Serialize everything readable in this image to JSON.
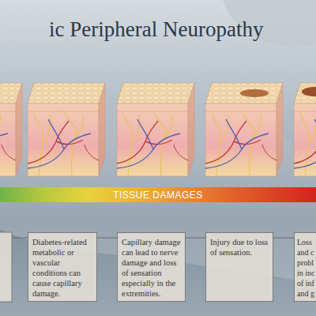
{
  "diagram": {
    "title": "ic Peripheral Neuropathy",
    "nodes": [
      {
        "text": [
          "TISSUE DAMAGES"
        ]
      },
      {
        "text": [
          "Diabetes-related metabolic or vascular conditions can cause capillary damage."
        ]
      },
      {
        "text": [
          "Capillary damage can lead to nerve damage and loss of sensation especially in the extremities."
        ]
      },
      {
        "text": [
          "Injury due to loss of sensation."
        ]
      },
      {
        "text": [
          "Loss and c probl in inc of inf and g"
        ]
      }
    ],
    "edges": [
      {
        "from": 1,
        "to": 2,
        "arrow": "none"
      },
      {
        "from": 2,
        "to": 3,
        "arrow": "none"
      },
      {
        "from": 3,
        "to": 4,
        "arrow": "none"
      }
    ]
  }
}
